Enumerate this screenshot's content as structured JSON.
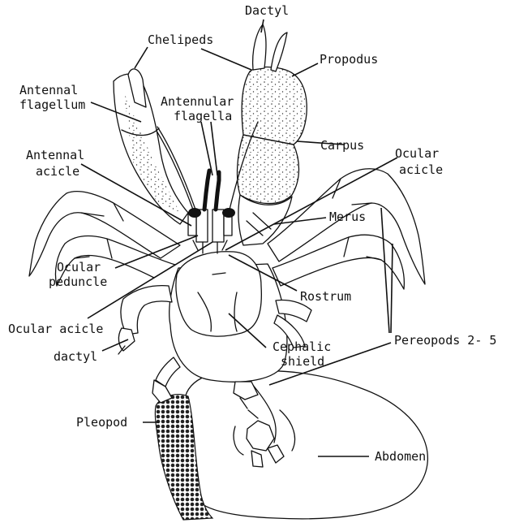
{
  "labels": {
    "dactyl_top": "Dactyl",
    "chelipeds": "Chelipeds",
    "propodus": "Propodus",
    "antennal_flagellum_1": "Antennal",
    "antennal_flagellum_2": "flagellum",
    "antennular_flagella_1": "Antennular",
    "antennular_flagella_2": "flagella",
    "carpus": "Carpus",
    "ocular_acicle_right_1": "Ocular",
    "ocular_acicle_right_2": "acicle",
    "antennal_acicle_1": "Antennal",
    "antennal_acicle_2": "acicle",
    "merus": "Merus",
    "ocular_peduncle_1": "Ocular",
    "ocular_peduncle_2": "peduncle",
    "rostrum": "Rostrum",
    "ocular_acicle_left": "Ocular acicle",
    "pereopods": "Pereopods 2- 5",
    "dactyl_lower": "dactyl",
    "cephalic_shield_1": "Cephalic",
    "cephalic_shield_2": "shield",
    "pleopod": "Pleopod",
    "abdomen": "Abdomen"
  }
}
